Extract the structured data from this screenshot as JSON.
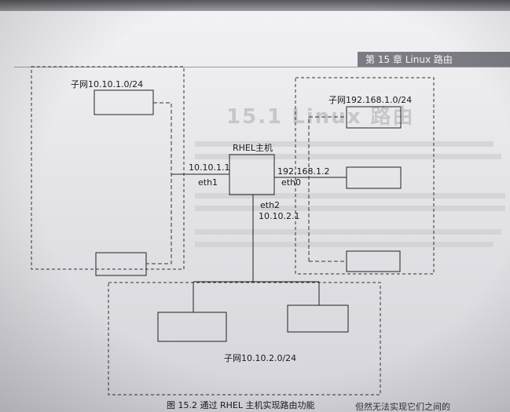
{
  "header": {
    "chapter": "第 15 章   Linux 路由"
  },
  "diagram": {
    "subnet_left_label": "子网10.10.1.0/24",
    "subnet_right_label": "子网192.168.1.0/24",
    "subnet_bottom_label": "子网10.10.2.0/24",
    "host_label": "RHEL主机",
    "eth1_ip": "10.10.1.1",
    "eth1_name": "eth1",
    "eth0_ip": "192.168.1.2",
    "eth0_name": "eth0",
    "eth2_name": "eth2",
    "eth2_ip": "10.10.2.1"
  },
  "caption": {
    "text": "图 15.2   通过 RHEL 主机实现路由功能"
  },
  "footer": {
    "cut_text": "但然无法实现它们之间的"
  }
}
